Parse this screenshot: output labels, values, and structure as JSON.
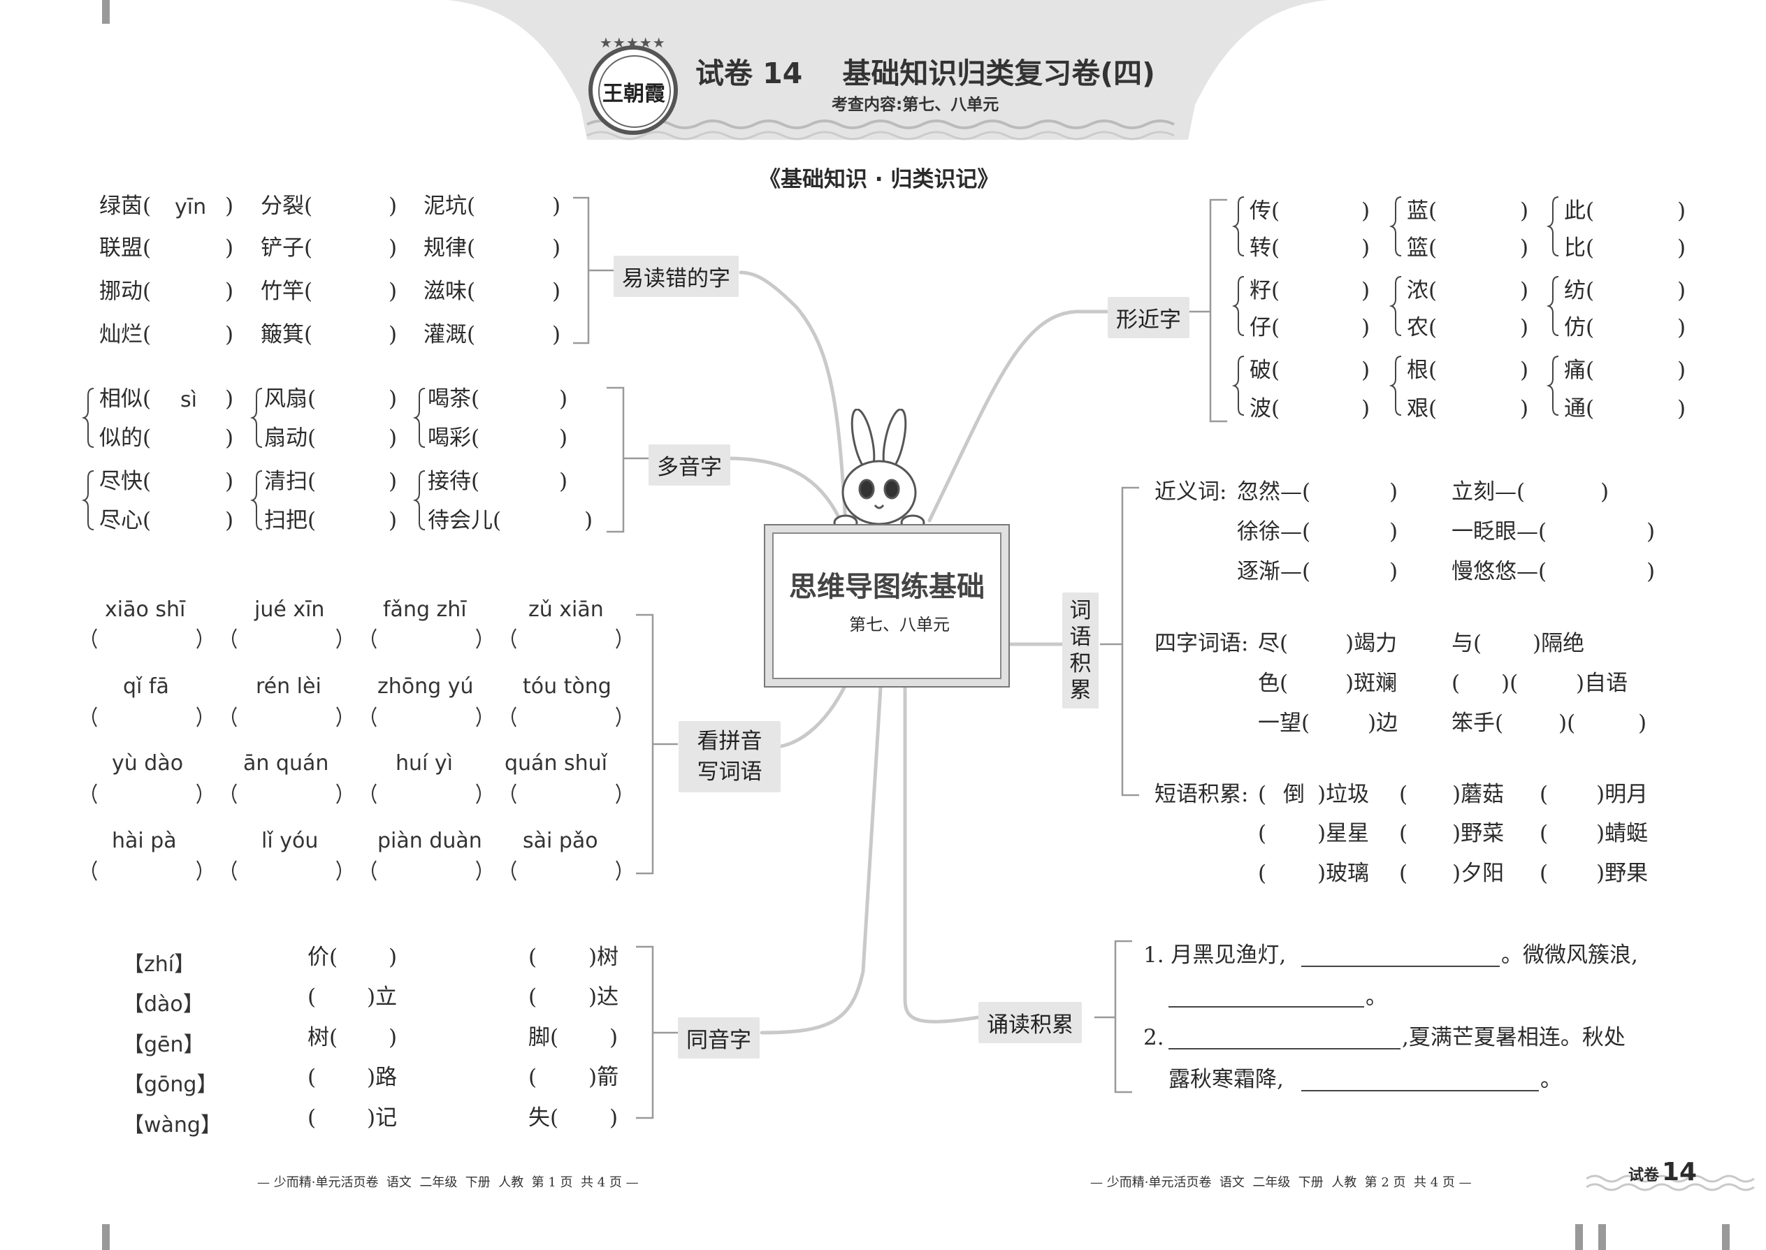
{
  "header": {
    "logo_text": "王朝霞",
    "title": "试卷 14    基础知识归类复习卷(四)",
    "subtitle": "考查内容:第七、八单元",
    "section_heading": "《基础知识 · 归类识记》"
  },
  "center": {
    "title": "思维导图练基础",
    "subtitle": "第七、八单元"
  },
  "branches": {
    "yidu": "易读错的字",
    "duoyin": "多音字",
    "pinyin": "看拼音写词语",
    "tongyin": "同音字",
    "xingjin": "形近字",
    "ciyu": "词语积累",
    "songdu": "诵读积累"
  },
  "yidu_items": [
    [
      "绿茵(",
      "yīn",
      ")",
      "分裂(",
      ")",
      "泥坑(",
      ")"
    ],
    [
      "联盟(",
      "",
      ")",
      "铲子(",
      ")",
      "规律(",
      ")"
    ],
    [
      "挪动(",
      "",
      ")",
      "竹竿(",
      ")",
      "滋味(",
      ")"
    ],
    [
      "灿烂(",
      "",
      ")",
      "簸箕(",
      ")",
      "灌溉(",
      ")"
    ]
  ],
  "duoyin_items": {
    "c1": [
      "相似(",
      "sì",
      ")",
      "似的(",
      ")",
      "尽快(",
      ")",
      "尽心(",
      ")"
    ],
    "c2": [
      "风扇(",
      ")",
      "扇动(",
      ")",
      "清扫(",
      ")",
      "扫把(",
      ")"
    ],
    "c3": [
      "喝茶(",
      ")",
      "喝彩(",
      ")",
      "接待(",
      ")",
      "待会儿(",
      ")"
    ]
  },
  "pinyin_items": [
    [
      "xiāo shī",
      "jué xīn",
      "fǎng zhī",
      "zǔ xiān"
    ],
    [
      "qǐ fā",
      "rén lèi",
      "zhōng yú",
      "tóu tòng"
    ],
    [
      "yù dào",
      "ān quán",
      "huí yì",
      "quán shuǐ"
    ],
    [
      "hài pà",
      "lǐ yóu",
      "piàn duàn",
      "sài pǎo"
    ]
  ],
  "tongyin_items": [
    [
      "【zhí】",
      "价(",
      ")",
      "(",
      ")树"
    ],
    [
      "【dào】",
      "(",
      ")立",
      "(",
      ")达"
    ],
    [
      "【gēn】",
      "树(",
      ")",
      "脚(",
      ")"
    ],
    [
      "【gōng】",
      "(",
      ")路",
      "(",
      ")箭"
    ],
    [
      "【wàng】",
      "(",
      ")记",
      "失(",
      ")"
    ]
  ],
  "xingjin_items": [
    [
      "传(",
      "蓝(",
      "此("
    ],
    [
      "转(",
      "篮(",
      "比("
    ],
    [
      "籽(",
      "浓(",
      "纺("
    ],
    [
      "仔(",
      "农(",
      "仿("
    ],
    [
      "破(",
      "根(",
      "痛("
    ],
    [
      "波(",
      "艰(",
      "通("
    ]
  ],
  "close_paren": ")",
  "ciyu": {
    "jinyi_label": "近义词:",
    "jinyi": [
      "忽然—(",
      ")",
      "立刻—(",
      ")",
      "徐徐—(",
      ")",
      "一眨眼—(",
      ")",
      "逐渐—(",
      ")",
      "慢悠悠—(",
      ")"
    ],
    "sizi_label": "四字词语:",
    "sizi": [
      "尽(",
      ")竭力",
      "与(",
      ")隔绝",
      "色(",
      ")斑斓",
      "(",
      ")(",
      ")自语",
      "一望(",
      ")边",
      "笨手(",
      ")(",
      ")"
    ],
    "duanyu_label": "短语积累:",
    "duanyu": [
      "(",
      "倒",
      ")垃圾",
      "(",
      ")蘑菇",
      "(",
      ")明月",
      "(",
      ")星星",
      "(",
      ")野菜",
      "(",
      ")蜻蜓",
      "(",
      ")玻璃",
      "(",
      ")夕阳",
      "(",
      ")野果"
    ]
  },
  "songdu": {
    "line1": [
      "1. 月黑见渔灯,",
      "。微微风簇浪,",
      "。"
    ],
    "line2": [
      "2.",
      ",夏满芒夏暑相连。秋处",
      "露秋寒霜降,",
      "。"
    ]
  },
  "footer": {
    "left": "— 少而精·单元活页卷  语文  二年级  下册  人教  第 1 页  共 4 页 —",
    "right": "— 少而精·单元活页卷  语文  二年级  下册  人教  第 2 页  共 4 页 —",
    "tag_label": "试卷",
    "tag_num": "14"
  }
}
